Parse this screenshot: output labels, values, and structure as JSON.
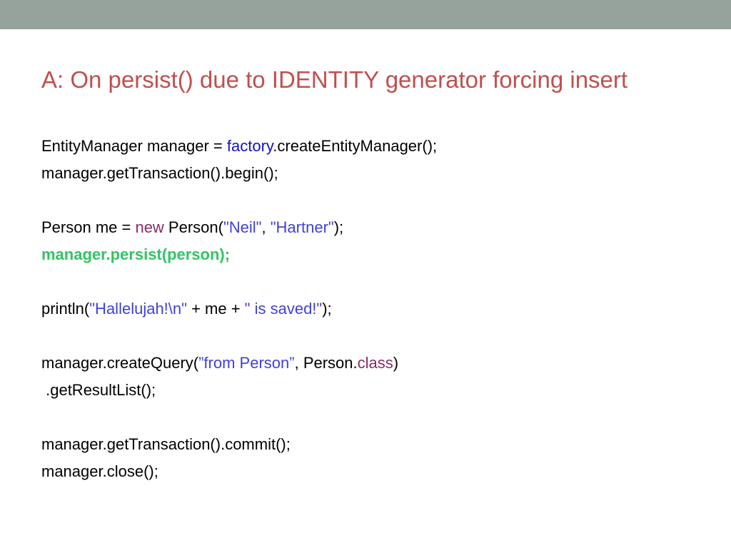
{
  "slide": {
    "title": "A: On persist() due to IDENTITY generator forcing insert",
    "title_color": "#c0504d",
    "band_color": "#95a39c",
    "background_color": "#ffffff"
  },
  "palette": {
    "plain": "#000000",
    "identifier_blue": "#1111cc",
    "string_violet": "#4040dd",
    "keyword_magenta": "#8b2a5f",
    "highlight_green": "#33c464"
  },
  "code": {
    "lines": [
      {
        "id": "line-1",
        "tokens": [
          {
            "t": "EntityManager manager = ",
            "c": "plain"
          },
          {
            "t": "factory",
            "c": "ident"
          },
          {
            "t": ".createEntityManager();",
            "c": "plain"
          }
        ]
      },
      {
        "id": "line-2",
        "tokens": [
          {
            "t": "manager.getTransaction().begin();",
            "c": "plain"
          }
        ]
      },
      {
        "id": "line-3",
        "blank": true,
        "tokens": []
      },
      {
        "id": "line-4",
        "tokens": [
          {
            "t": "Person me = ",
            "c": "plain"
          },
          {
            "t": "new",
            "c": "kw"
          },
          {
            "t": " Person(",
            "c": "plain"
          },
          {
            "t": "\"Neil\"",
            "c": "string"
          },
          {
            "t": ", ",
            "c": "plain"
          },
          {
            "t": "\"Hartner\"",
            "c": "string"
          },
          {
            "t": ");",
            "c": "plain"
          }
        ]
      },
      {
        "id": "line-5",
        "tokens": [
          {
            "t": "manager.persist(person);",
            "c": "hl"
          }
        ]
      },
      {
        "id": "line-6",
        "blank": true,
        "tokens": []
      },
      {
        "id": "line-7",
        "tokens": [
          {
            "t": "println(",
            "c": "plain"
          },
          {
            "t": "\"Hallelujah!\\n\"",
            "c": "string"
          },
          {
            "t": " + me + ",
            "c": "plain"
          },
          {
            "t": "\" is saved!\"",
            "c": "string"
          },
          {
            "t": ");",
            "c": "plain"
          }
        ]
      },
      {
        "id": "line-8",
        "blank": true,
        "tokens": []
      },
      {
        "id": "line-9",
        "tokens": [
          {
            "t": "manager.createQuery(",
            "c": "plain"
          },
          {
            "t": "”from Person”",
            "c": "string"
          },
          {
            "t": ", Person.",
            "c": "plain"
          },
          {
            "t": "class",
            "c": "kw"
          },
          {
            "t": ")",
            "c": "plain"
          }
        ]
      },
      {
        "id": "line-10",
        "tokens": [
          {
            "t": " .getResultList();",
            "c": "plain"
          }
        ]
      },
      {
        "id": "line-11",
        "blank": true,
        "tokens": []
      },
      {
        "id": "line-12",
        "tokens": [
          {
            "t": "manager.getTransaction().commit();",
            "c": "plain"
          }
        ]
      },
      {
        "id": "line-13",
        "tokens": [
          {
            "t": "manager.close();",
            "c": "plain"
          }
        ]
      }
    ]
  }
}
